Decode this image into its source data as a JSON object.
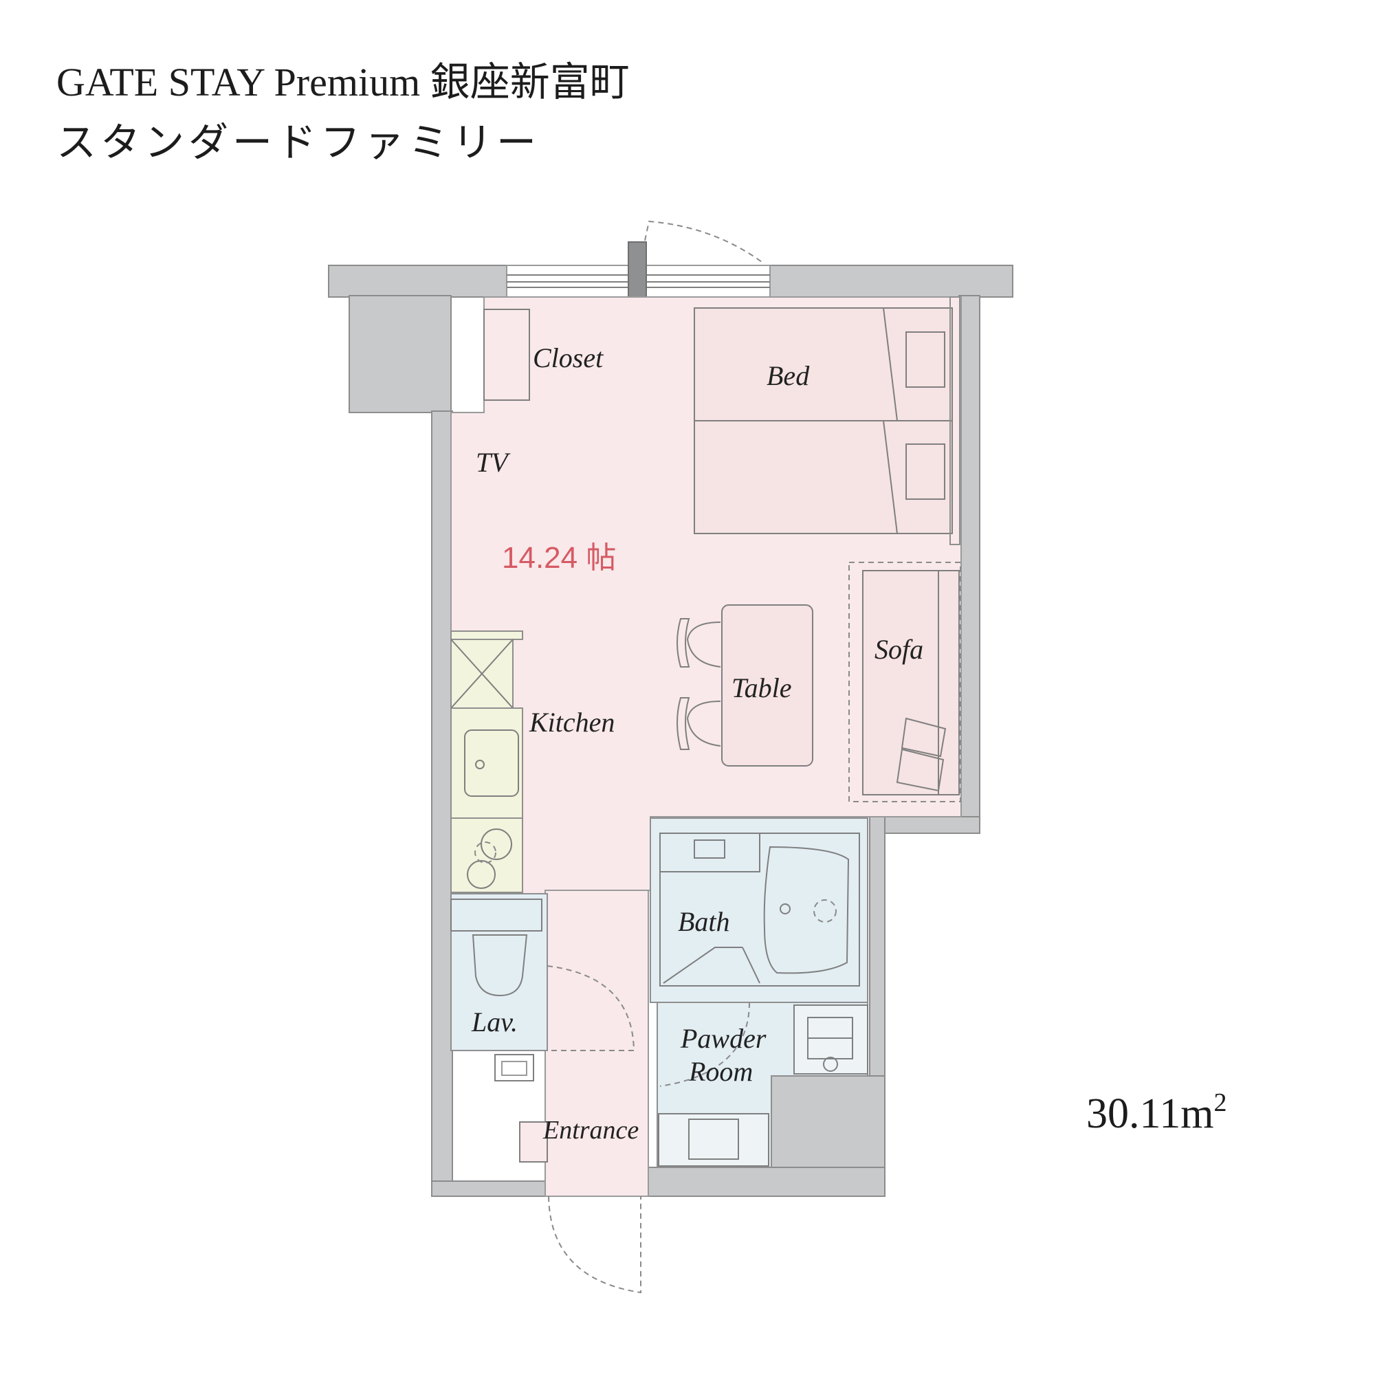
{
  "header": {
    "title": "GATE STAY Premium 銀座新富町",
    "subtitle": "スタンダードファミリー"
  },
  "plan": {
    "tatami": "14.24 帖",
    "area": "30.11m",
    "area_sup": "2",
    "rooms": {
      "closet": "Closet",
      "bed": "Bed",
      "tv": "TV",
      "sofa": "Sofa",
      "table": "Table",
      "kitchen": "Kitchen",
      "bath": "Bath",
      "lav": "Lav.",
      "powder_1": "Pawder",
      "powder_2": "Room",
      "entrance": "Entrance"
    }
  }
}
